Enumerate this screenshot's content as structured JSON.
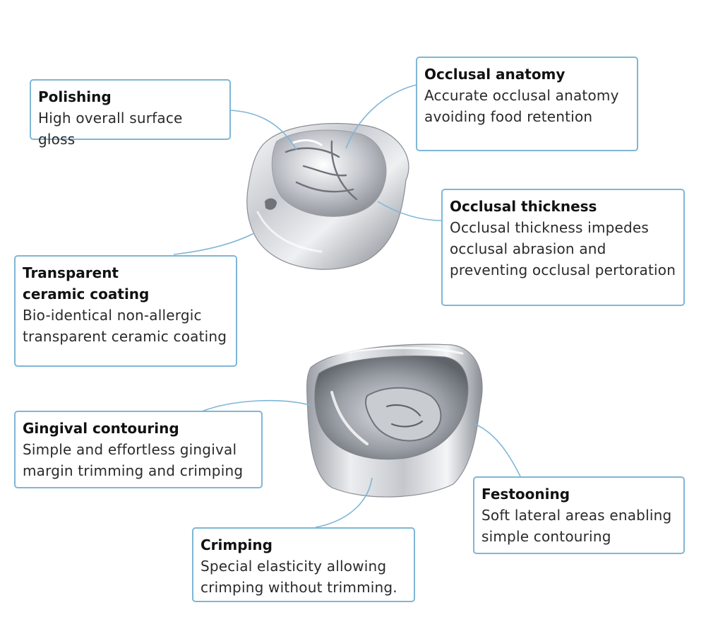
{
  "colors": {
    "callout_border": "#7fb6d6",
    "leader_line": "#7fb6d6",
    "metal_light": "#f4f4f6",
    "metal_mid": "#b9bcc2",
    "metal_dark": "#6f737a"
  },
  "callouts": {
    "polishing": {
      "title": "Polishing",
      "desc": "High overall surface gloss"
    },
    "occlusal_anatomy": {
      "title": "Occlusal anatomy",
      "desc": "Accurate occlusal anatomy\navoiding food retention"
    },
    "occlusal_thickness": {
      "title": "Occlusal thickness",
      "desc": "Occlusal thickness impedes\nocclusal abrasion and\npreventing occlusal pertoration"
    },
    "transparent_coating": {
      "title": "Transparent\nceramic coating",
      "desc": "Bio-identical non-allergic\ntransparent ceramic coating"
    },
    "gingival_contouring": {
      "title": "Gingival contouring",
      "desc": "Simple and effortless gingival\nmargin trimming and crimping"
    },
    "festooning": {
      "title": "Festooning",
      "desc": "Soft lateral areas enabling\nsimple contouring"
    },
    "crimping": {
      "title": "Crimping",
      "desc": "Special elasticity allowing\ncrimping without trimming."
    }
  }
}
